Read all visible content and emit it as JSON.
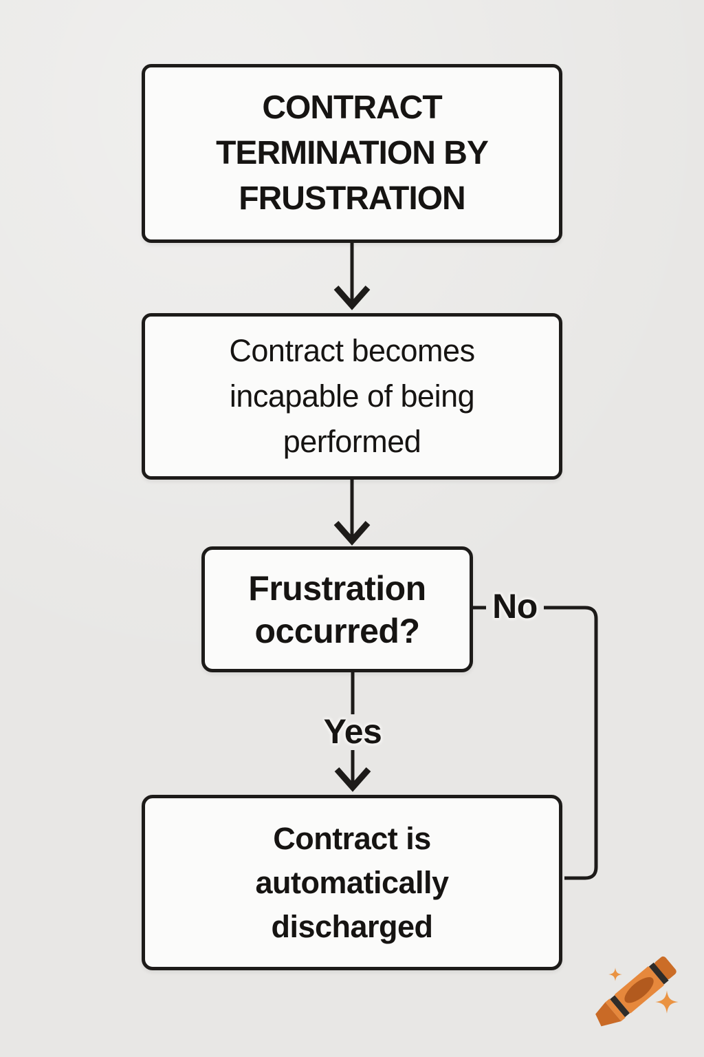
{
  "diagram": {
    "type": "flowchart",
    "background_color": "#e8e7e5",
    "node_fill": "#fbfbfa",
    "stroke_color": "#1d1b19",
    "text_color": "#161412",
    "nodes": [
      {
        "id": "title",
        "text": "CONTRACT\nTERMINATION BY\nFRUSTRATION",
        "shape": "rounded-rect",
        "emphasis": "bold"
      },
      {
        "id": "incapable",
        "text": "Contract becomes\nincapable of being\nperformed",
        "shape": "rounded-rect",
        "emphasis": "regular"
      },
      {
        "id": "decision",
        "text": "Frustration\noccurred?",
        "shape": "rounded-rect",
        "emphasis": "bold"
      },
      {
        "id": "discharged",
        "text": "Contract is\nautomatically\ndischarged",
        "shape": "rounded-rect",
        "emphasis": "bold"
      }
    ],
    "edges": [
      {
        "from": "title",
        "to": "incapable",
        "label": "",
        "style": "arrow-down"
      },
      {
        "from": "incapable",
        "to": "decision",
        "label": "",
        "style": "arrow-down"
      },
      {
        "from": "decision",
        "to": "discharged",
        "label": "Yes",
        "style": "arrow-down"
      },
      {
        "from": "decision",
        "to": "discharged",
        "label": "No",
        "style": "right-side-elbow"
      }
    ]
  },
  "logo": {
    "name": "crayon-with-sparkles",
    "colors": {
      "body": "#e6883c",
      "cap": "#cb6d27",
      "tip": "#c96a26",
      "stripe": "#2f2c29",
      "oval": "#b25a1e",
      "sparkle": "#ea9342"
    }
  }
}
